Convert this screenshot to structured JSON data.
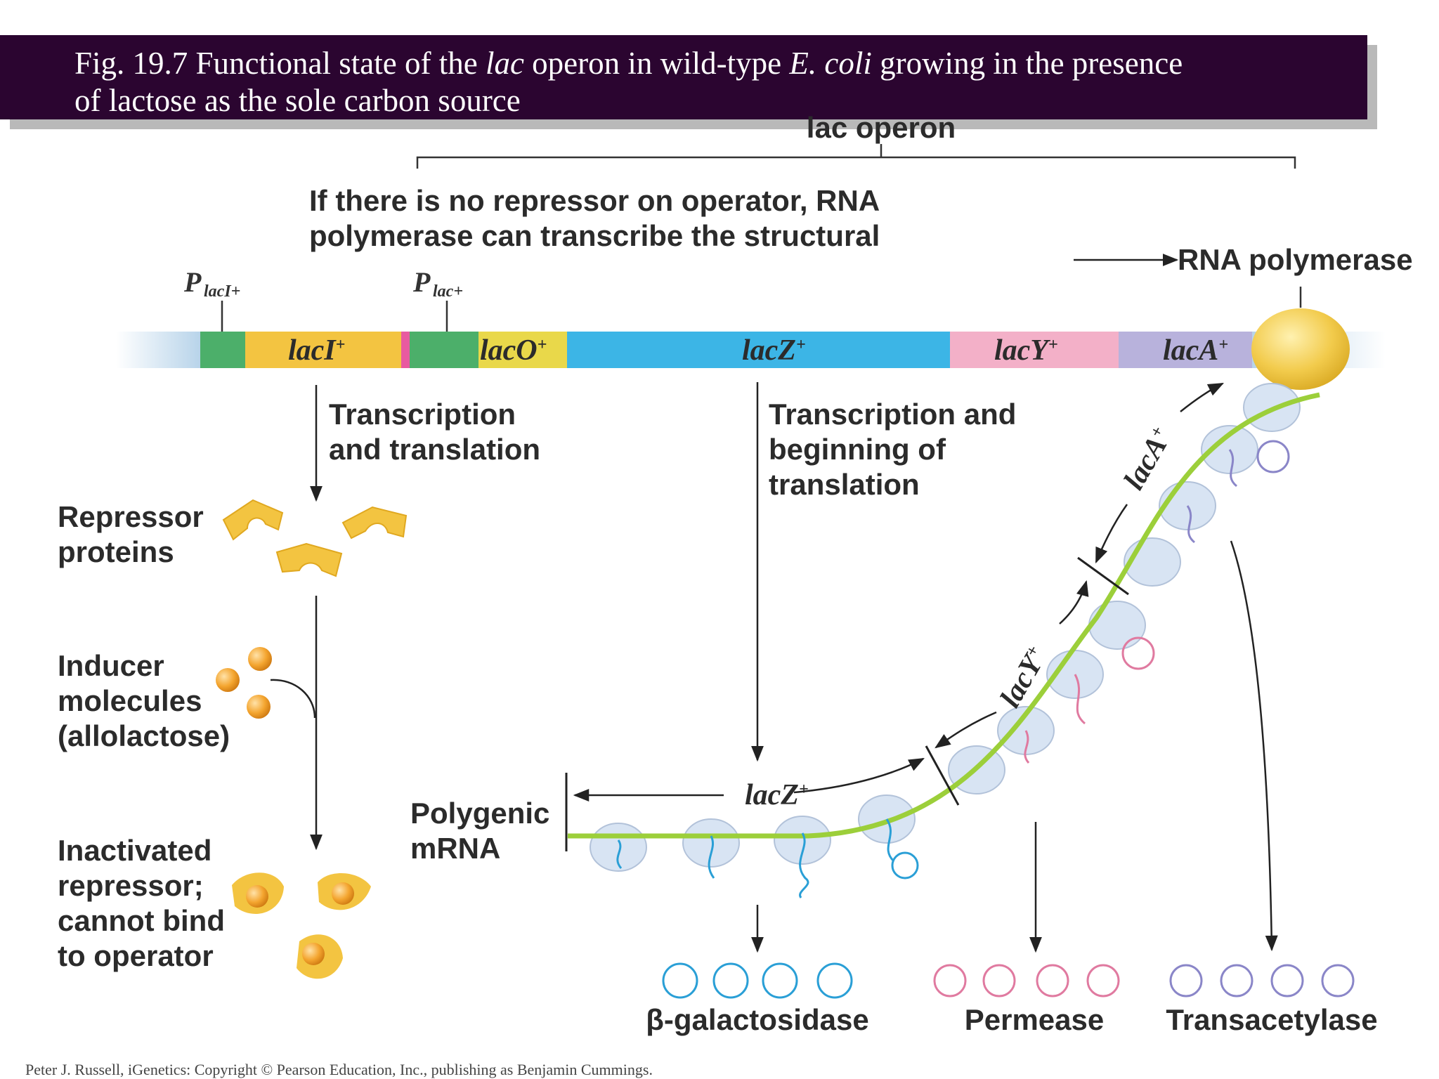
{
  "caption": {
    "prefix": "Fig. 19.7  Functional state of the ",
    "lac": "lac",
    "middle": " operon in wild-type ",
    "ecoli": "E. coli",
    "suffix": " growing in the presence",
    "line2": "of lactose as the sole carbon source"
  },
  "operon_label": "lac operon",
  "note": {
    "line1": "If there is no repressor on operator, RNA",
    "line2": "polymerase can transcribe the structural"
  },
  "rna_polymerase_label": "RNA polymerase",
  "promoters": {
    "placi_main": "P",
    "placi_sub": "lacI+",
    "plac_main": "P",
    "plac_sub": "lac+"
  },
  "genes": {
    "laci": "lacI",
    "laco": "lacO",
    "lacz": "lacZ",
    "lacy": "lacY",
    "laca": "lacA",
    "plus": "+"
  },
  "left_labels": {
    "transcription_1": "Transcription",
    "transcription_2": "and translation",
    "repressor_1": "Repressor",
    "repressor_2": "proteins",
    "inducer_1": "Inducer",
    "inducer_2": "molecules",
    "inducer_3": "(allolactose)",
    "inactivated_1": "Inactivated",
    "inactivated_2": "repressor;",
    "inactivated_3": "cannot bind",
    "inactivated_4": "to operator"
  },
  "middle_labels": {
    "tb_1": "Transcription and",
    "tb_2": "beginning of",
    "tb_3": "translation",
    "polygenic_1": "Polygenic",
    "polygenic_2": "mRNA"
  },
  "products": {
    "beta_gal": "β-galactosidase",
    "permease": "Permease",
    "transacetylase": "Transacetylase"
  },
  "credit": "Peter J. Russell, iGenetics: Copyright © Pearson Education, Inc., publishing as Benjamin Cummings.",
  "colors": {
    "banner": "#2b0530",
    "promoter_green": "#4caf6a",
    "laci_yellow": "#f3c441",
    "lacz_blue": "#3cb5e6",
    "lacy_pink": "#f3b0c8",
    "laca_lilac": "#b8b2dc",
    "mrna_green": "#9ccf3a",
    "polymerase_gold": "#f2cb4c"
  }
}
